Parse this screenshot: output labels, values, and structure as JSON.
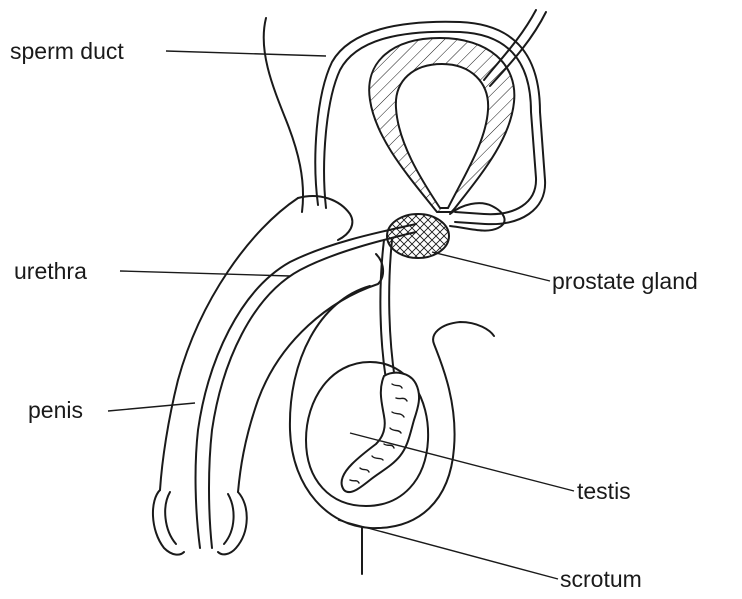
{
  "labels": {
    "sperm_duct": "sperm duct",
    "urethra": "urethra",
    "penis": "penis",
    "prostate_gland": "prostate gland",
    "testis": "testis",
    "scrotum": "scrotum"
  },
  "colors": {
    "line": "#1a1a1a",
    "background": "#ffffff"
  }
}
